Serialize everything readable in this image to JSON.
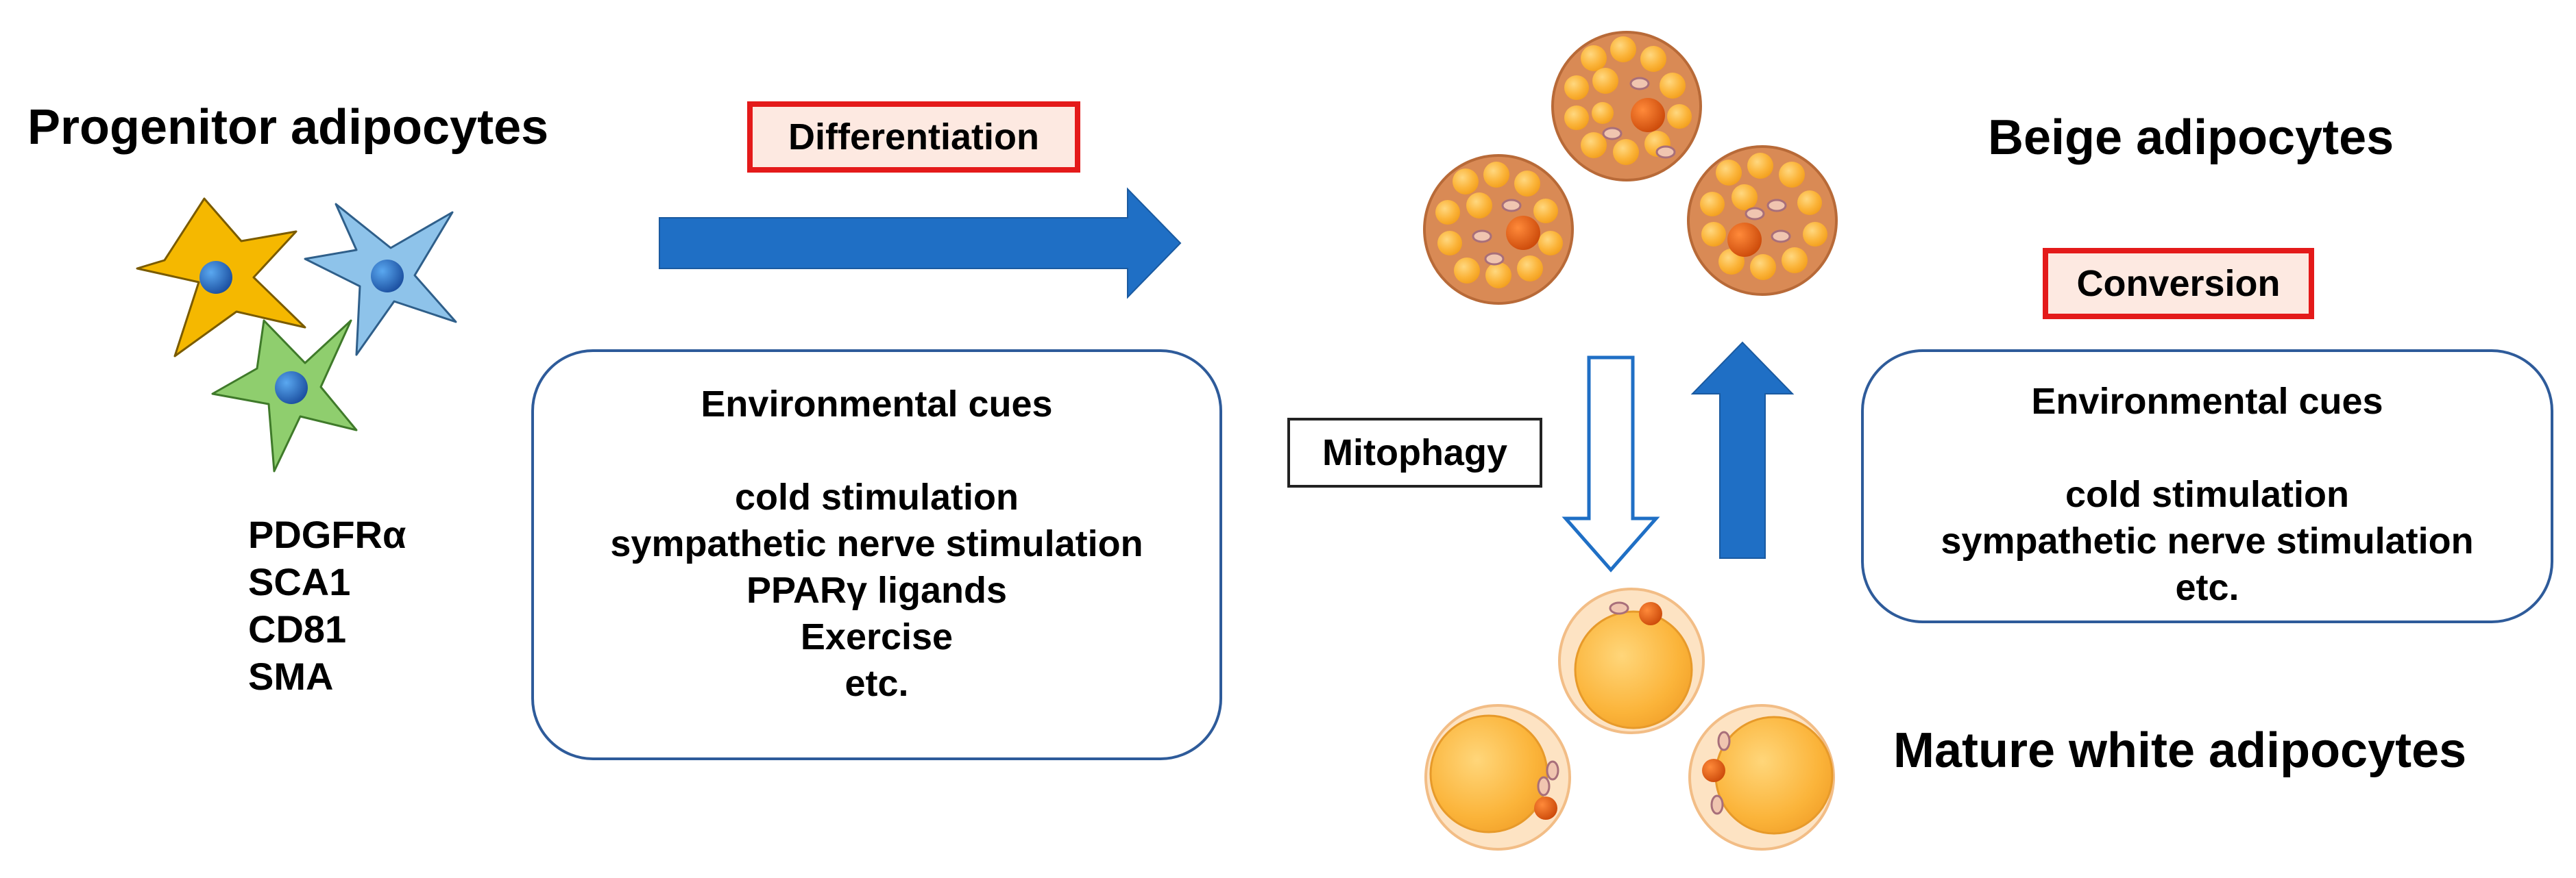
{
  "progenitor": {
    "title": "Progenitor adipocytes",
    "markers": [
      "PDGFRα",
      "SCA1",
      "CD81",
      "SMA"
    ]
  },
  "differentiation": {
    "label": "Differentiation",
    "cues_title": "Environmental cues",
    "cues": [
      "cold stimulation",
      "sympathetic nerve stimulation",
      "PPARγ ligands",
      "Exercise",
      "etc."
    ]
  },
  "beige": {
    "title": "Beige adipocytes"
  },
  "conversion": {
    "label": "Conversion",
    "cues_title": "Environmental cues",
    "cues": [
      "cold stimulation",
      "sympathetic nerve stimulation",
      "etc."
    ]
  },
  "mitophagy": {
    "label": "Mitophagy"
  },
  "white": {
    "title": "Mature white adipocytes"
  },
  "colors": {
    "arrow_blue": "#1f6fc5",
    "label_border_red": "#e41a1a",
    "label_fill": "#fde9e1",
    "box_border_blue": "#2e5b9a",
    "beige_cell": "#d98a55",
    "lipid_droplet": "#fbb43a",
    "white_cell_rim": "#fde3c3",
    "nucleus": "#e35a12",
    "progenitor_yellow": "#f5b800",
    "progenitor_blue": "#8ec3ea",
    "progenitor_green": "#8fce6e"
  }
}
